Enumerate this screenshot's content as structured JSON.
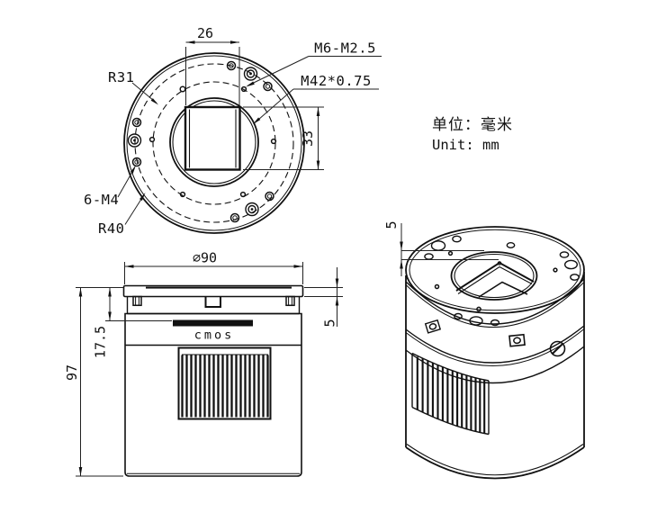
{
  "unit_note": {
    "line_cn": "单位：毫米",
    "line_en": "Unit: mm"
  },
  "front_view": {
    "dim_width": "26",
    "dim_height": "33",
    "label_m6": "M6-M2.5",
    "label_m42": "M42*0.75",
    "label_r31": "R31",
    "label_r40": "R40",
    "label_6m4": "6-M4"
  },
  "side_view": {
    "dim_diameter": "∅90",
    "dim_plate": "5",
    "dim_sensor_depth": "17.5",
    "dim_height": "97",
    "sensor_label": "cmos"
  },
  "iso_view": {
    "dim_plate": "5"
  }
}
